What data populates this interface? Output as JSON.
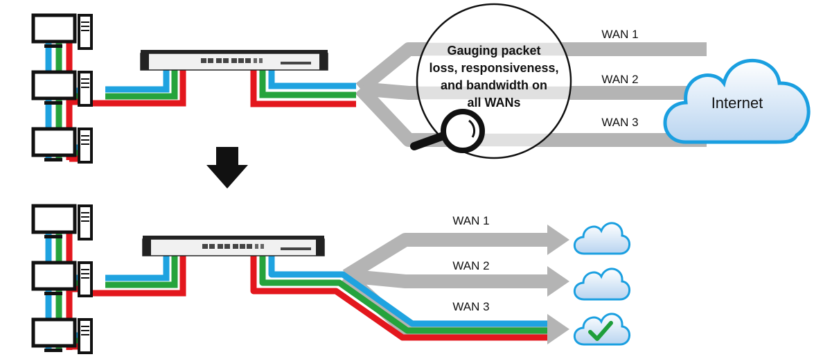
{
  "callout": {
    "lines": [
      "Gauging packet",
      "loss, responsiveness,",
      "and bandwidth on",
      "all WANs"
    ]
  },
  "top": {
    "wans": [
      "WAN 1",
      "WAN 2",
      "WAN 3"
    ],
    "cloud_label": "Internet"
  },
  "bottom": {
    "wans": [
      "WAN 1",
      "WAN 2",
      "WAN 3"
    ],
    "selected_wan_index": 2
  },
  "colors": {
    "blue": "#1fa3e0",
    "green": "#26a33c",
    "red": "#e3171d",
    "wan_gray": "#b4b4b4",
    "cloud_fill": "#cfe2f6",
    "cloud_stroke": "#1a9fe0",
    "check": "#1e9e3a"
  },
  "icons": [
    "computer-icon",
    "router-icon",
    "down-arrow-icon",
    "magnifier-icon",
    "cloud-icon",
    "checkmark-icon"
  ]
}
